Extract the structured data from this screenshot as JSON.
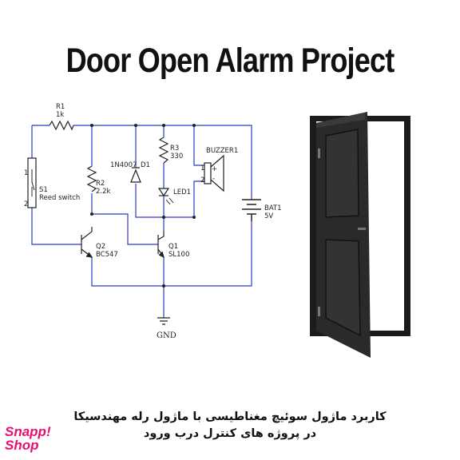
{
  "title": "Door Open Alarm Project",
  "components": {
    "r1": {
      "ref": "R1",
      "value": "1k"
    },
    "r2": {
      "ref": "R2",
      "value": "2.2k"
    },
    "r3": {
      "ref": "R3",
      "value": "330"
    },
    "d1": {
      "part": "1N4007",
      "ref": "D1"
    },
    "led1": {
      "ref": "LED1"
    },
    "buzzer": {
      "ref": "BUZZER1",
      "pin1": "1",
      "pin2": "2",
      "plus": "+",
      "minus": "-"
    },
    "bat1": {
      "ref": "BAT1",
      "value": "5V"
    },
    "s1": {
      "ref": "S1",
      "value": "Reed switch",
      "pin1": "1",
      "pin2": "2"
    },
    "q1": {
      "ref": "Q1",
      "value": "SL100"
    },
    "q2": {
      "ref": "Q2",
      "value": "BC547"
    },
    "gnd": {
      "label": "GND"
    }
  },
  "caption": {
    "line1": "کاربرد ماژول سوئیچ مغناطیسی با ماژول رله مهندسیکا",
    "line2": "در پروژه های کنترل درب ورود"
  },
  "logo": {
    "line1": "Snapp!",
    "line2": "Shop"
  }
}
